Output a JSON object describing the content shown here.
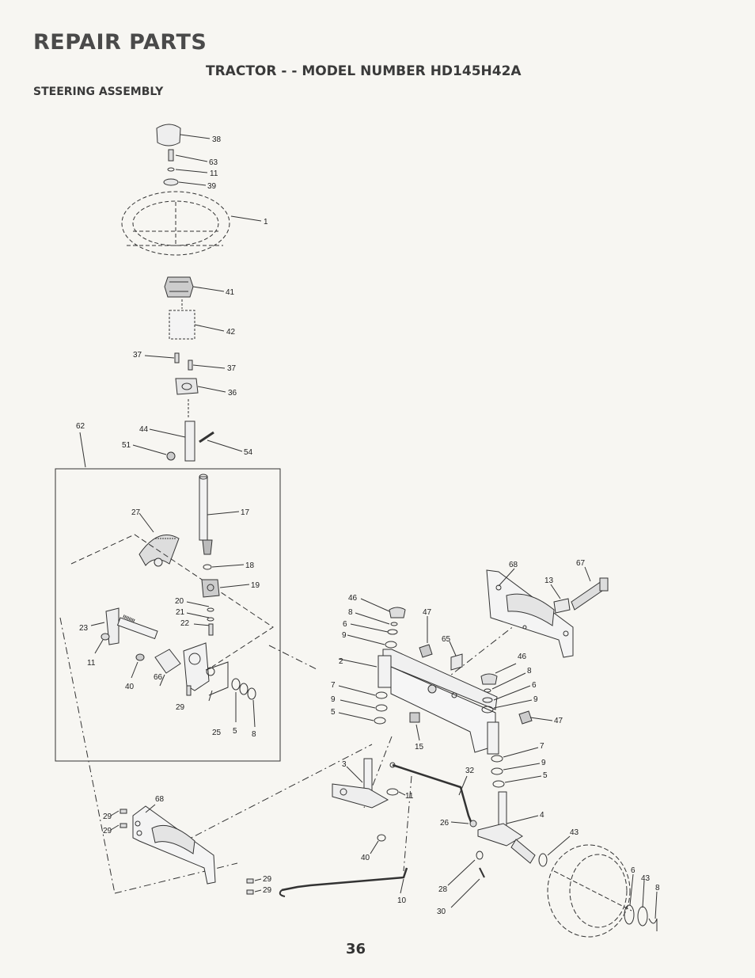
{
  "header": {
    "title": "REPAIR PARTS",
    "subtitle": "TRACTOR - - MODEL NUMBER HD145H42A",
    "section": "STEERING ASSEMBLY"
  },
  "page_number": "36",
  "callouts": {
    "c38": "38",
    "c63": "63",
    "c11a": "11",
    "c39": "39",
    "c1": "1",
    "c41": "41",
    "c42": "42",
    "c37a": "37",
    "c37b": "37",
    "c36": "36",
    "c62": "62",
    "c44": "44",
    "c51": "51",
    "c54": "54",
    "c27": "27",
    "c17": "17",
    "c18": "18",
    "c19": "19",
    "c20": "20",
    "c21": "21",
    "c22": "22",
    "c23": "23",
    "c11b": "11",
    "c40a": "40",
    "c66": "66",
    "c29a": "29",
    "c25": "25",
    "c5a": "5",
    "c8a": "8",
    "c68a": "68",
    "c67": "67",
    "c13": "13",
    "c46a": "46",
    "c8b": "8",
    "c6a": "6",
    "c9a": "9",
    "c47a": "47",
    "c65": "65",
    "c2": "2",
    "c7a": "7",
    "c9b": "9",
    "c5b": "5",
    "c15": "15",
    "c46b": "46",
    "c8c": "8",
    "c6b": "6",
    "c9c": "9",
    "c47b": "47",
    "c7b": "7",
    "c9d": "9",
    "c5c": "5",
    "c3": "3",
    "c32": "32",
    "c11c": "11",
    "c68b": "68",
    "c29b": "29",
    "c29c": "29",
    "c26": "26",
    "c4": "4",
    "c43a": "43",
    "c40b": "40",
    "c29d": "29",
    "c29e": "29",
    "c10": "10",
    "c28": "28",
    "c30": "30",
    "c6c": "6",
    "c43b": "43",
    "c8d": "8"
  }
}
